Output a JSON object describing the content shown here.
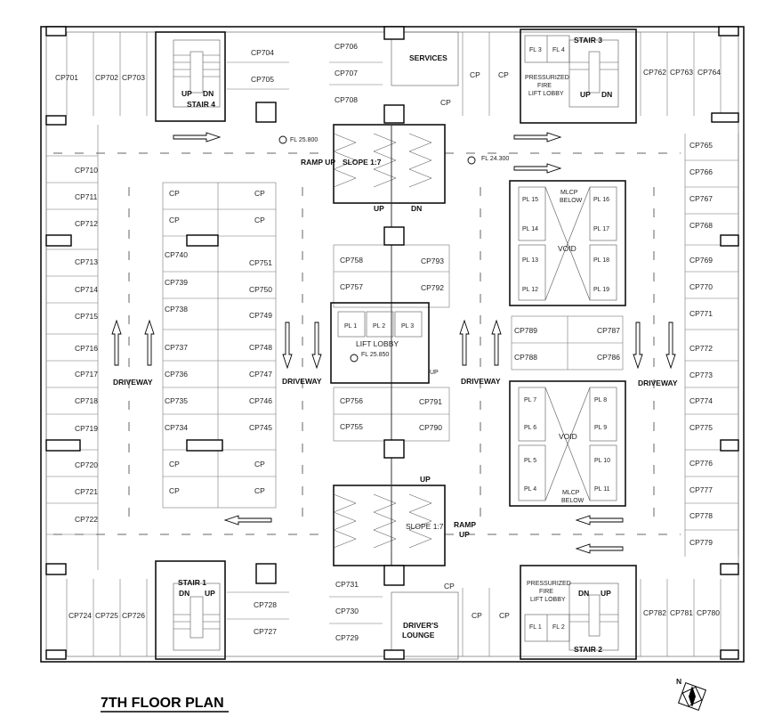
{
  "title": "7TH FLOOR PLAN",
  "north": "N",
  "parking_labels": {
    "top_left": [
      "CP701",
      "CP702",
      "CP703"
    ],
    "stair4_right": [
      "CP704",
      "CP705"
    ],
    "center_top": [
      "CP706",
      "CP707",
      "CP708"
    ],
    "left_column": [
      "CP710",
      "CP711",
      "CP712",
      "CP713",
      "CP714",
      "CP715",
      "CP716",
      "CP717",
      "CP718",
      "CP719",
      "CP720",
      "CP721",
      "CP722"
    ],
    "bottom_left": [
      "CP724",
      "CP725",
      "CP726"
    ],
    "stair1_right": [
      "CP728",
      "CP727"
    ],
    "center_bottom": [
      "CP731",
      "CP730",
      "CP729"
    ],
    "mid_left_a": [
      "CP740",
      "CP739",
      "CP738",
      "CP737",
      "CP736",
      "CP735",
      "CP734"
    ],
    "mid_left_b": [
      "CP751",
      "CP750",
      "CP749",
      "CP748",
      "CP747",
      "CP746",
      "CP745"
    ],
    "center_a": [
      "CP758",
      "CP757",
      "CP756",
      "CP755"
    ],
    "center_b": [
      "CP793",
      "CP792",
      "CP791",
      "CP790"
    ],
    "mid_right_a": [
      "CP789",
      "CP788"
    ],
    "mid_right_b": [
      "CP787",
      "CP786"
    ],
    "top_right": [
      "CP762",
      "CP763",
      "CP764"
    ],
    "right_column": [
      "CP765",
      "CP766",
      "CP767",
      "CP768",
      "CP769",
      "CP770",
      "CP771",
      "CP772",
      "CP773",
      "CP774",
      "CP775",
      "CP776",
      "CP777",
      "CP778",
      "CP779"
    ],
    "bottom_right": [
      "CP782",
      "CP781",
      "CP780"
    ],
    "generic": "CP"
  },
  "rooms": {
    "services": "SERVICES",
    "lift_lobby": "LIFT LOBBY",
    "drivers_lounge": [
      "DRIVER'S",
      "LOUNGE"
    ],
    "stair_1": "STAIR 1",
    "stair_2": "STAIR 2",
    "stair_3": "STAIR 3",
    "stair_4": "STAIR 4",
    "pressurized": [
      "PRESSURIZED",
      "FIRE",
      "LIFT LOBBY"
    ],
    "void": "VOID",
    "mlcp_below": [
      "MLCP",
      "BELOW"
    ],
    "up": "UP",
    "dn": "DN",
    "driveway": "DRIVEWAY",
    "ramp_up_top": "RAMP UP",
    "slope_top": "SLOPE 1:7",
    "slope_bottom": "SLOPE 1:7",
    "ramp_bottom": [
      "RAMP",
      "UP"
    ]
  },
  "lifts": [
    "PL 1",
    "PL 2",
    "PL 3"
  ],
  "void_top_lifts": [
    "PL 15",
    "PL 14",
    "PL 13",
    "PL 12",
    "PL 16",
    "PL 17",
    "PL 18",
    "PL 19"
  ],
  "void_bottom_lifts": [
    "PL 7",
    "PL 6",
    "PL 5",
    "PL 4",
    "PL 8",
    "PL 9",
    "PL 10",
    "PL 11"
  ],
  "fire_lifts_top": [
    "FL 3",
    "FL 4"
  ],
  "fire_lifts_bottom": [
    "FL 1",
    "FL 2"
  ],
  "levels": {
    "fl_top": "FL 25.800",
    "fl_right": "FL 24.300",
    "fl_lobby": "FL 25.850"
  }
}
